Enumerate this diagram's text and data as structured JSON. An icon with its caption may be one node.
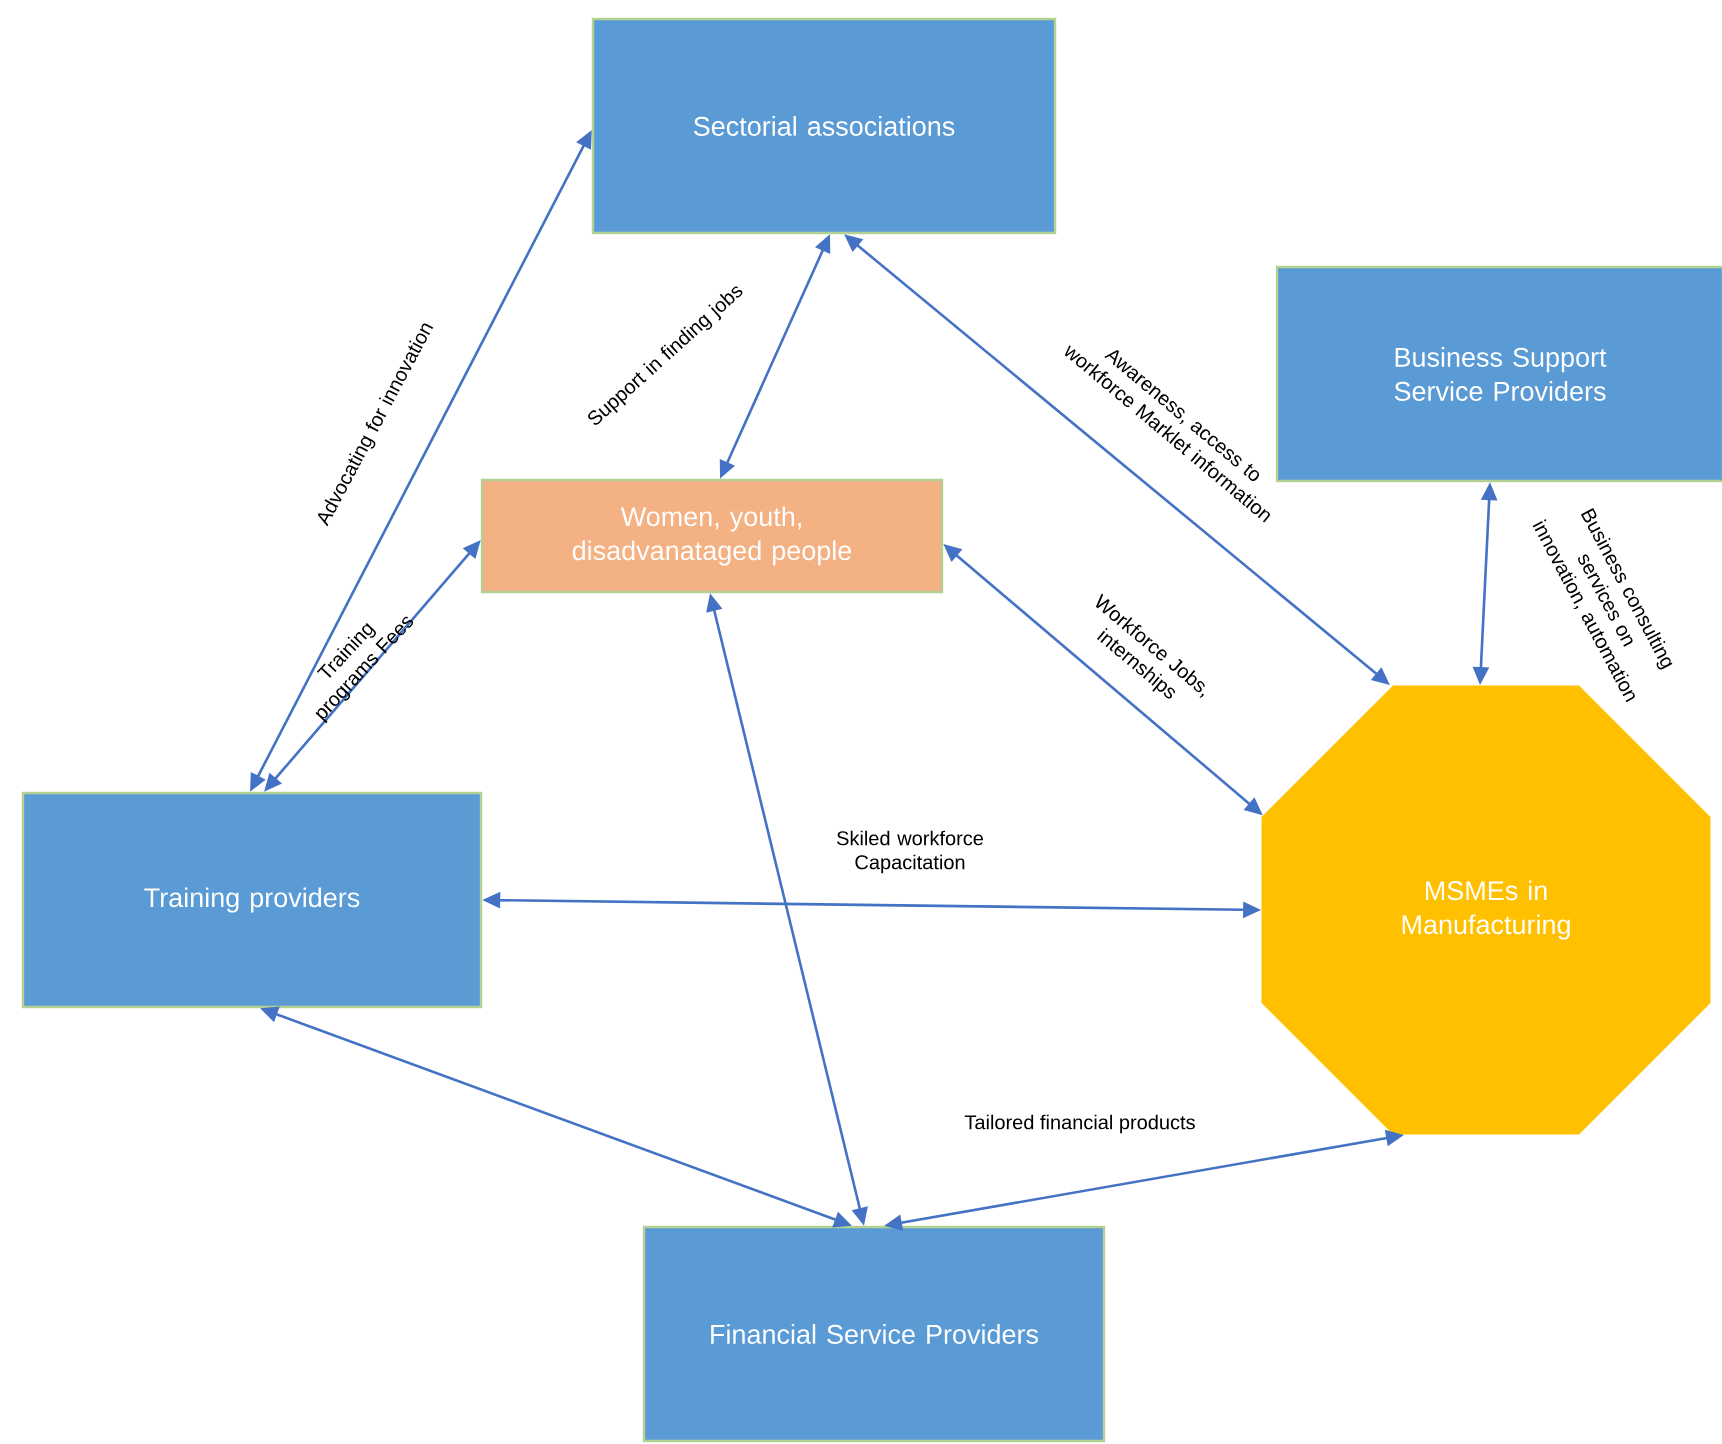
{
  "diagram": {
    "nodes": [
      {
        "text": [
          "Sectorial associations"
        ]
      },
      {
        "text": [
          "Business Support Service Providers"
        ]
      },
      {
        "text": [
          "Women, youth, disadvanataged people"
        ]
      },
      {
        "text": [
          "Training providers"
        ]
      },
      {
        "text": [
          "MSMEs in Manufacturing"
        ]
      },
      {
        "text": [
          "Financial Service Providers"
        ]
      }
    ],
    "edges": [
      {
        "from": 3,
        "to": 0,
        "arrow": "both",
        "label": "Advocating for innovation"
      },
      {
        "from": 3,
        "to": 2,
        "arrow": "both",
        "label": "Training programs Fees"
      },
      {
        "from": 2,
        "to": 0,
        "arrow": "both",
        "label": "Support in finding jobs"
      },
      {
        "from": 0,
        "to": 4,
        "arrow": "both",
        "label": "Awareness, access to workforce Marklet information"
      },
      {
        "from": 2,
        "to": 4,
        "arrow": "both",
        "label": "Workforce Jobs, internships"
      },
      {
        "from": 1,
        "to": 4,
        "arrow": "both",
        "label": "Business consulting services on innovation, automation"
      },
      {
        "from": 3,
        "to": 4,
        "arrow": "both",
        "label": "Skiled workforce Capacitation"
      },
      {
        "from": 2,
        "to": 5,
        "arrow": "both"
      },
      {
        "from": 3,
        "to": 5,
        "arrow": "both"
      },
      {
        "from": 5,
        "to": 4,
        "arrow": "both"
      }
    ],
    "labels": [
      "Tailored financial products"
    ]
  }
}
